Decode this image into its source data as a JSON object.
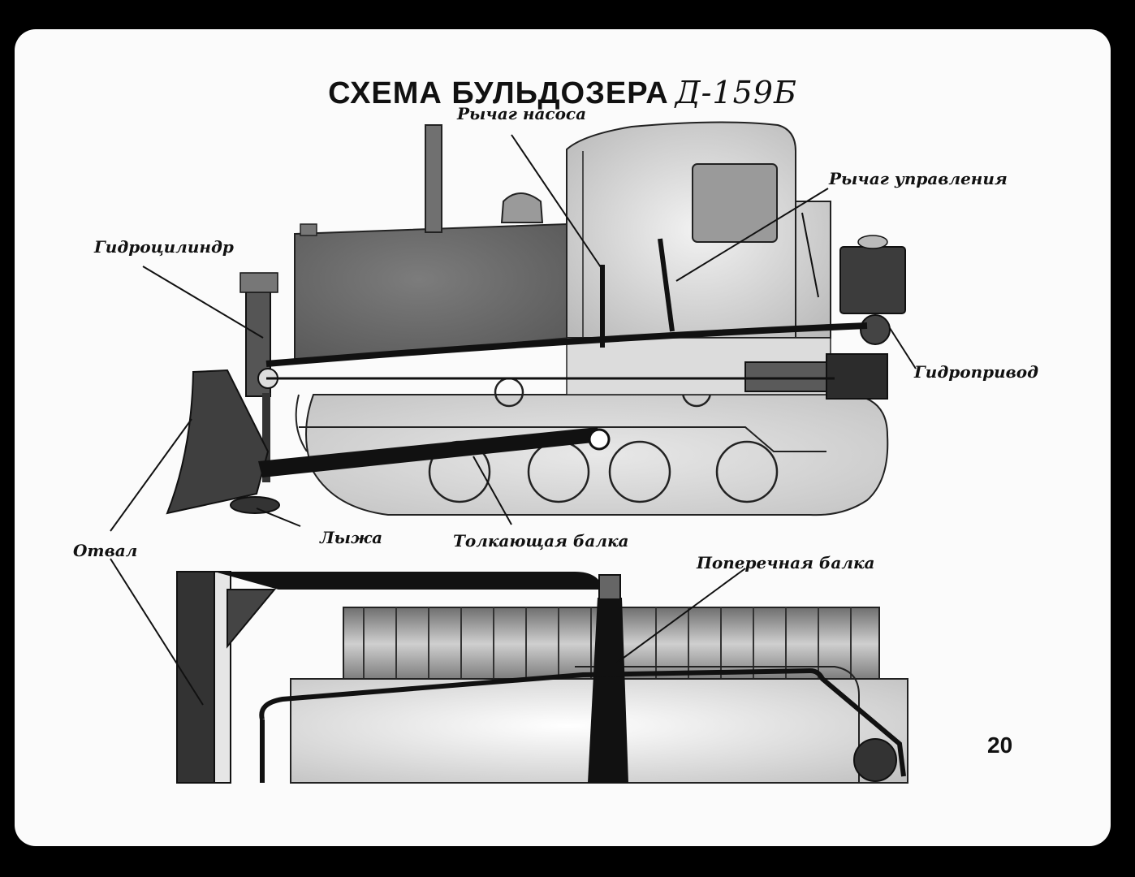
{
  "title": {
    "main": "СХЕМА БУЛЬДОЗЕРА",
    "model": "Д-159Б"
  },
  "labels": {
    "pump_lever": "Рычаг насоса",
    "control_lever": "Рычаг управления",
    "hydraulic_cylinder": "Гидроцилиндр",
    "hydraulic_drive": "Гидропривод",
    "blade": "Отвал",
    "ski": "Лыжа",
    "push_beam": "Толкающая балка",
    "cross_beam": "Поперечная балка"
  },
  "page_number": "20"
}
